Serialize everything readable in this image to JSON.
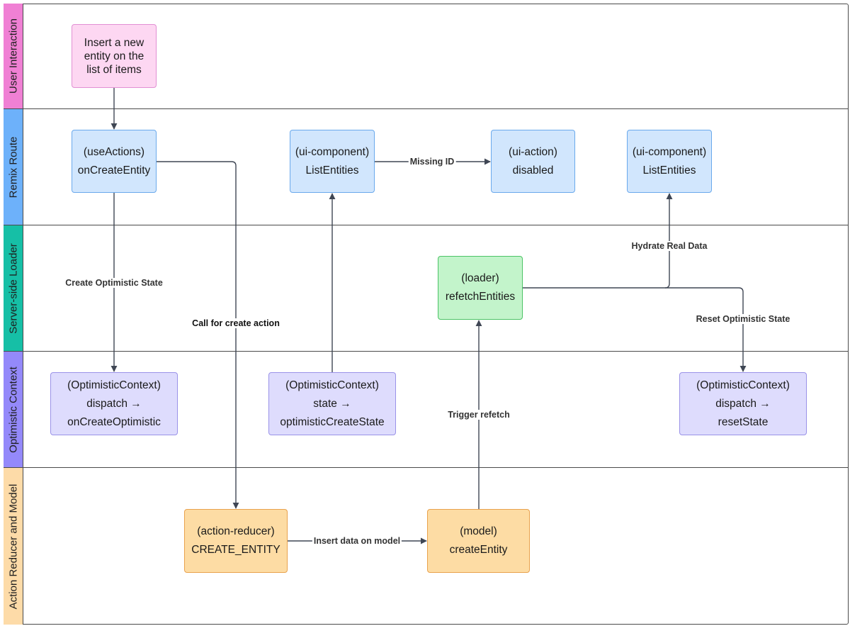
{
  "lanes": [
    {
      "id": "user",
      "label": "User Interaction",
      "color": "#f080d4"
    },
    {
      "id": "route",
      "label": "Remix Route",
      "color": "#6db1fa"
    },
    {
      "id": "loader",
      "label": "Server-side Loader",
      "color": "#16bfa6"
    },
    {
      "id": "optimistic",
      "label": "Optimistic Context",
      "color": "#9489fa"
    },
    {
      "id": "reducer",
      "label": "Action Reducer and Model",
      "color": "#fddba8"
    }
  ],
  "nodes": {
    "insert_entity": {
      "lines": [
        "Insert a new",
        "entity on the",
        "list of items"
      ]
    },
    "use_actions": {
      "lines": [
        "(useActions)",
        "onCreateEntity"
      ]
    },
    "list_entities_1": {
      "lines": [
        "(ui-component)",
        "ListEntities"
      ]
    },
    "ui_action_disabled": {
      "lines": [
        "(ui-action)",
        "disabled"
      ]
    },
    "list_entities_2": {
      "lines": [
        "(ui-component)",
        "ListEntities"
      ]
    },
    "loader_refetch": {
      "lines": [
        "(loader)",
        "refetchEntities"
      ]
    },
    "optimistic_dispatch_create": {
      "lines": [
        "(OptimisticContext)",
        "dispatch →",
        "onCreateOptimistic"
      ]
    },
    "optimistic_state": {
      "lines": [
        "(OptimisticContext)",
        "state →",
        "optimisticCreateState"
      ]
    },
    "optimistic_dispatch_reset": {
      "lines": [
        "(OptimisticContext)",
        "dispatch →",
        "resetState"
      ]
    },
    "action_reducer": {
      "lines": [
        "(action-reducer)",
        "CREATE_ENTITY"
      ]
    },
    "model_create": {
      "lines": [
        "(model)",
        "createEntity"
      ]
    }
  },
  "edge_labels": {
    "missing_id": "Missing ID",
    "create_optimistic_state": "Create Optimistic State",
    "call_for_create_action": "Call for create action",
    "hydrate_real_data": "Hydrate Real Data",
    "reset_optimistic_state": "Reset Optimistic State",
    "trigger_refetch": "Trigger refetch",
    "insert_data_on_model": "Insert data on model"
  },
  "colors": {
    "edge": "#3f4654",
    "pink_fill": "#fdd7f2",
    "blue_fill": "#d1e6fd",
    "green_fill": "#c3f4cb",
    "purple_fill": "#dedcfd",
    "orange_fill": "#fddca4"
  }
}
